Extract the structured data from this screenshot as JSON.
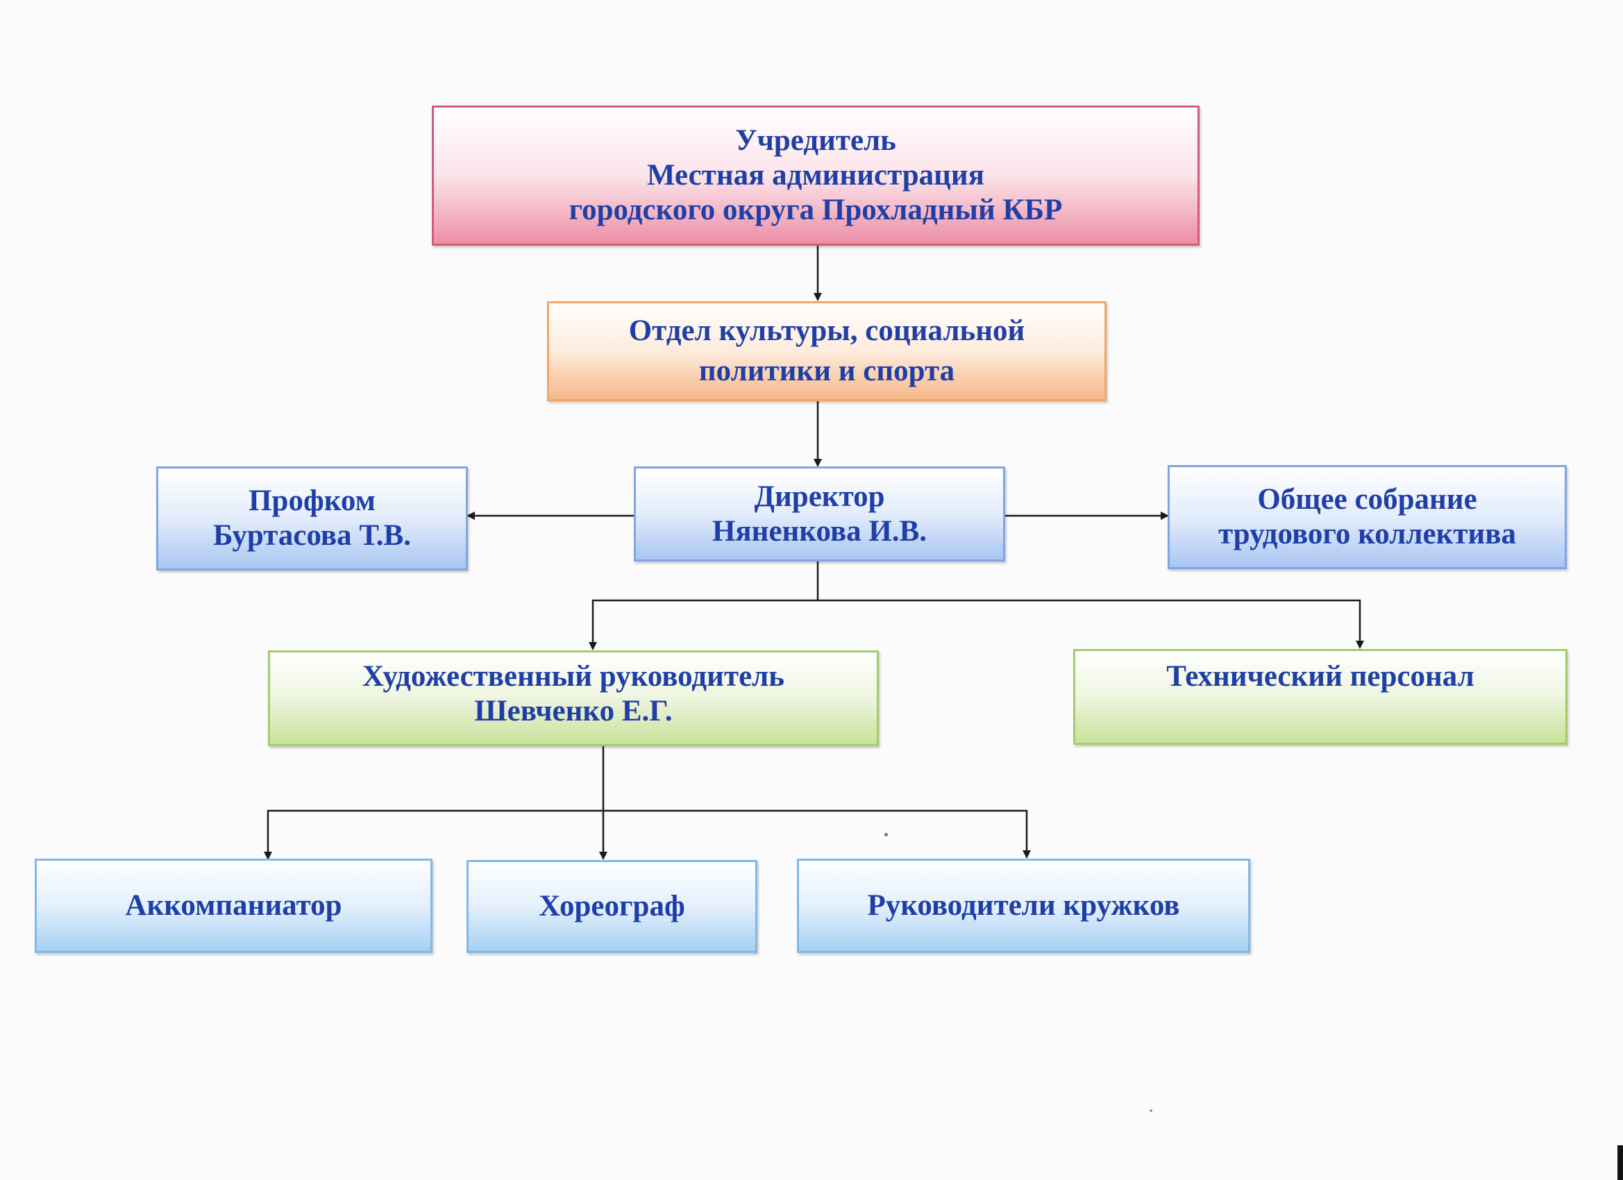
{
  "nodes": {
    "founder": {
      "lines": [
        "Учредитель",
        "Местная администрация",
        "городского округа Прохладный КБР"
      ]
    },
    "department": {
      "lines": [
        "Отдел культуры, социальной",
        "политики и спорта"
      ]
    },
    "union": {
      "lines": [
        "Профком",
        "Буртасова Т.В."
      ]
    },
    "director": {
      "lines": [
        "Директор",
        "Няненкова И.В."
      ]
    },
    "assembly": {
      "lines": [
        "Общее собрание",
        "трудового коллектива"
      ]
    },
    "art_director": {
      "lines": [
        "Художественный руководитель",
        "Шевченко Е.Г."
      ]
    },
    "tech_staff": {
      "lines": [
        "Технический персонал"
      ]
    },
    "accompanist": {
      "lines": [
        "Аккомпаниатор"
      ]
    },
    "choreographer": {
      "lines": [
        "Хореограф"
      ]
    },
    "club_leaders": {
      "lines": [
        "Руководители кружков"
      ]
    }
  },
  "colors": {
    "text": "#1f3fa6",
    "connector": "#1a1a1a",
    "founder_border": "#d45a7c",
    "department_border": "#f0a766",
    "staff_border": "#7fa6e0",
    "secondary_border": "#a6cb6b",
    "bottom_border": "#82b8e6"
  }
}
